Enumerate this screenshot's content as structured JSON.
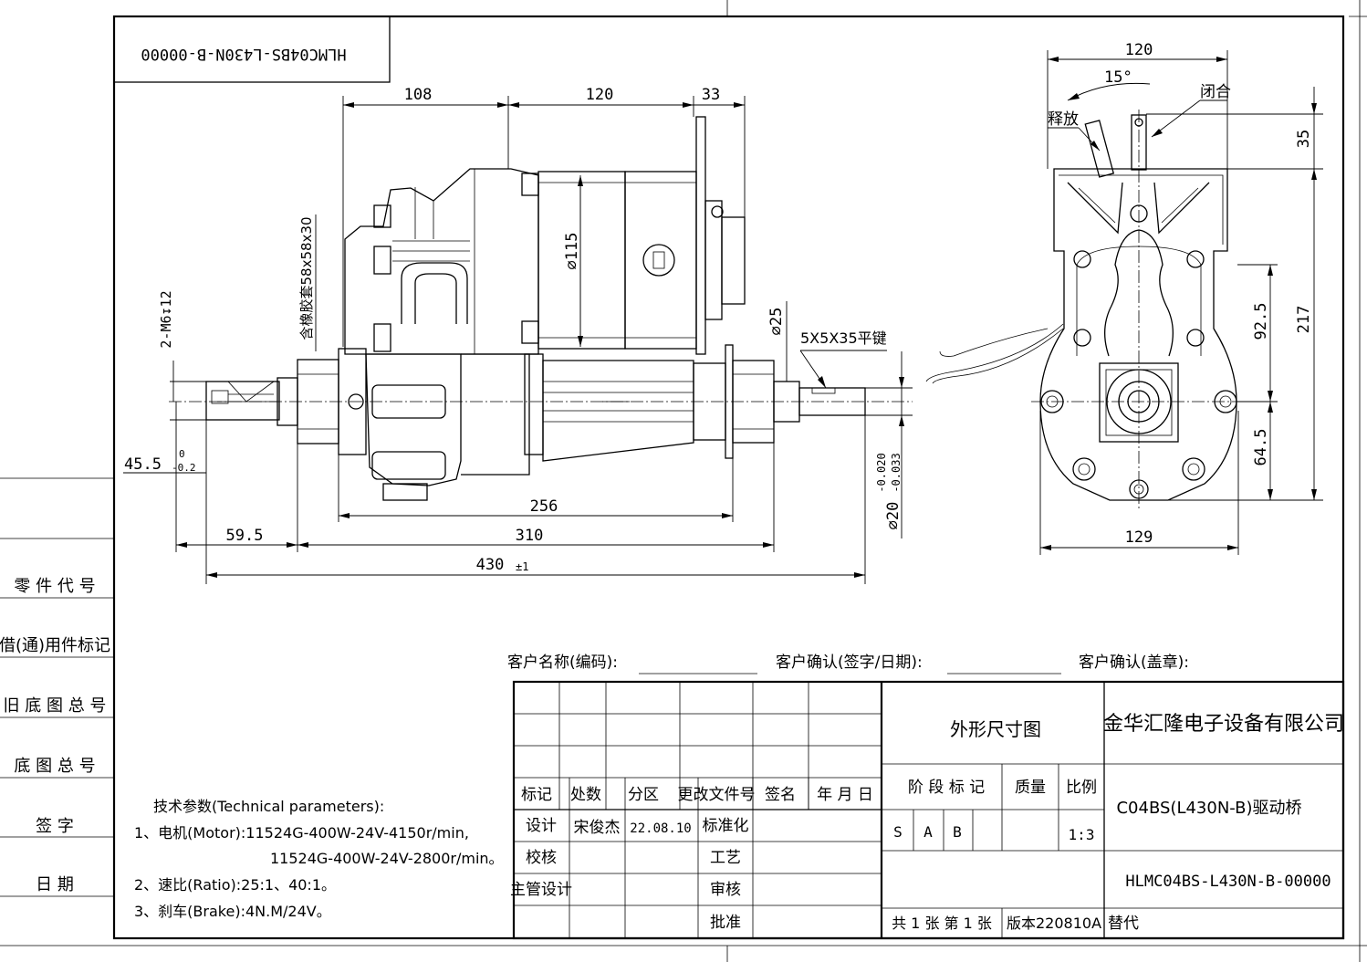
{
  "drawing_number_stamp": "HLMC04BS-L430N-B-00000",
  "front_view": {
    "dims": {
      "d108": "108",
      "d120": "120",
      "d33": "33",
      "d256": "256",
      "d310": "310",
      "d59_5": "59.5",
      "d430": "430",
      "d430_tol": "±1",
      "d45_5": "45.5",
      "d45_5_tol_upper": "0",
      "d45_5_tol_lower": "-0.2",
      "dia115": "⌀115",
      "dia25": "⌀25",
      "dia20": "⌀20",
      "dia20_tol_upper": "-0.020",
      "dia20_tol_lower": "-0.033",
      "thread": "2-M6↧12",
      "rubber_sleeve": "含橡胶套58x58x30",
      "key": "5X5X35平键"
    }
  },
  "side_view": {
    "dims": {
      "d120": "120",
      "d15deg": "15°",
      "d35": "35",
      "d92_5": "92.5",
      "d217": "217",
      "d64_5": "64.5",
      "d129": "129"
    },
    "labels": {
      "release": "释放",
      "close": "闭合"
    }
  },
  "left_column": {
    "rows": [
      "零 件 代 号",
      "借(通)用件标记",
      "旧 底 图 总 号",
      "底 图 总 号",
      "签 字",
      "日 期"
    ]
  },
  "tech_params": {
    "title": "技术参数(Technical parameters):",
    "line1": "1、电机(Motor):11524G-400W-24V-4150r/min,",
    "line2": "11524G-400W-24V-2800r/min。",
    "line3": "2、速比(Ratio):25:1、40:1。",
    "line4": "3、刹车(Brake):4N.M/24V。"
  },
  "customer_line": {
    "name_label": "客户名称(编码):",
    "confirm_sign_label": "客户确认(签字/日期):",
    "confirm_stamp_label": "客户确认(盖章):"
  },
  "title_block": {
    "header": [
      "标记",
      "处数",
      "分区",
      "更改文件号",
      "签名",
      "年 月 日"
    ],
    "design_label": "设计",
    "designer": "宋俊杰",
    "design_date": "22.08.10",
    "standardize_label": "标准化",
    "check_label": "校核",
    "process_label": "工艺",
    "chief_label": "主管设计",
    "review_label": "审核",
    "approve_label": "批准",
    "drawing_title": "外形尺寸图",
    "company": "金华汇隆电子设备有限公司",
    "stage_label": "阶 段 标 记",
    "mass_label": "质量",
    "scale_label": "比例",
    "stage_values": [
      "S",
      "A",
      "B"
    ],
    "scale_value": "1:3",
    "product_name": "C04BS(L430N-B)驱动桥",
    "drawing_number": "HLMC04BS-L430N-B-00000",
    "sheets_text": "共 1 张 第 1 张",
    "version_text": "版本220810A",
    "replace_label": "替代"
  }
}
